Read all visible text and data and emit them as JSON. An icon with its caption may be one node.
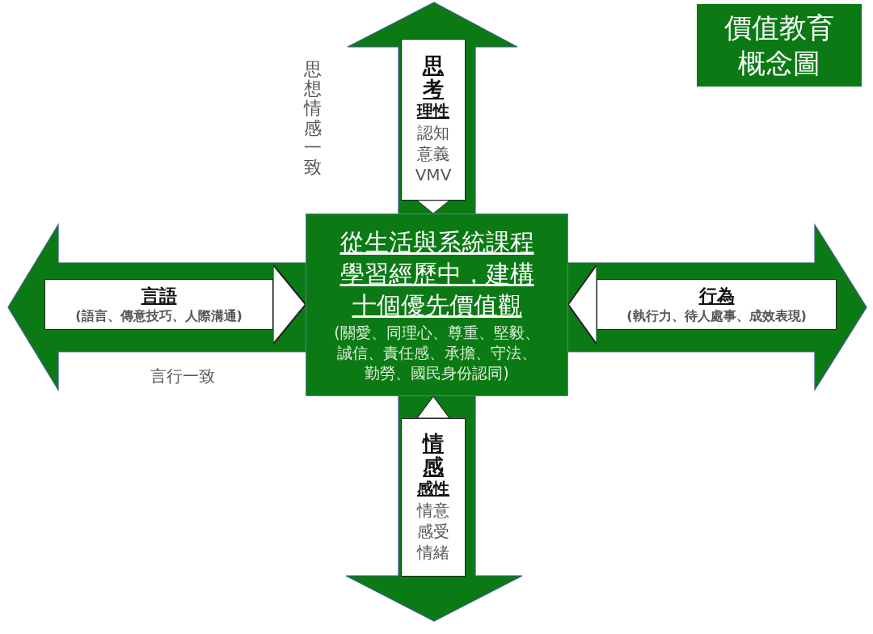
{
  "diagram": {
    "title": "價值教育概念圖",
    "nodes": [
      {
        "text": [
          "思考",
          "理性",
          "認知意義VMV"
        ]
      },
      {
        "text": [
          "言語",
          "(語言、傳意技巧、人際溝通)"
        ]
      },
      {
        "text": [
          "從生活與系統課程學習經歷中，建構十個優先價值觀",
          "(關愛、同理心、尊重、堅毅、誠信、責任感、承擔、守法、勤勞、國民身份認同)"
        ]
      },
      {
        "text": [
          "行為",
          "(執行力、待人處事、成效表現)"
        ]
      },
      {
        "text": [
          "情感",
          "感性",
          "情意感受情緒"
        ]
      }
    ],
    "edges": [
      {
        "from": 0,
        "to": 2,
        "arrow": "to"
      },
      {
        "from": 1,
        "to": 2,
        "arrow": "to"
      },
      {
        "from": 3,
        "to": 2,
        "arrow": "to"
      },
      {
        "from": 4,
        "to": 2,
        "arrow": "to"
      }
    ],
    "labels": [
      "思想情感一致",
      "言行一致"
    ]
  }
}
